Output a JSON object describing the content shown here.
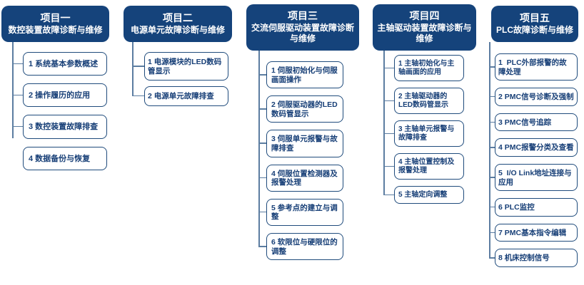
{
  "colors": {
    "page_bg": "#ffffff",
    "header_bg": "#15437b",
    "header_text": "#ffffff",
    "box_border": "#1f4b7c",
    "box_text": "#173f77",
    "connector": "#5c7da1"
  },
  "columns": [
    {
      "title": "项目一",
      "subtitle": "数控装置故障诊断与维修",
      "items": [
        {
          "label": "1 系统基本参数概述",
          "connected": true
        },
        {
          "label": "2 操作履历的应用",
          "connected": true
        },
        {
          "label": "3 数控装置故障排查",
          "connected": true
        },
        {
          "label": "4 数据备份与恢复",
          "connected": false
        }
      ]
    },
    {
      "title": "项目二",
      "subtitle": "电源单元故障诊断与维修",
      "items": [
        {
          "label": "1 电源模块的LED数码管显示",
          "connected": true
        },
        {
          "label": "2 电源单元故障排查",
          "connected": true
        }
      ]
    },
    {
      "title": "项目三",
      "subtitle": "交流伺服驱动装置故障诊断与维修",
      "items": [
        {
          "label": "1 伺服初始化与伺服画面操作",
          "connected": true
        },
        {
          "label": "2 伺服驱动器的LED数码管显示",
          "connected": true
        },
        {
          "label": "3 伺服单元报警与故障排查",
          "connected": true
        },
        {
          "label": "4 伺服位置检测器及报警处理",
          "connected": true
        },
        {
          "label": "5 参考点的建立与调整",
          "connected": true
        },
        {
          "label": "6 软限位与硬限位的调整",
          "connected": true
        }
      ]
    },
    {
      "title": "项目四",
      "subtitle": "主轴驱动装置故障诊断与维修",
      "items": [
        {
          "label": "1 主轴初始化与主轴画面的应用",
          "connected": true
        },
        {
          "label": "2 主轴驱动器的LED数码管显示",
          "connected": true
        },
        {
          "label": "3 主轴单元报警与故障排查",
          "connected": true
        },
        {
          "label": "4 主轴位置控制及报警处理",
          "connected": true
        },
        {
          "label": "5 主轴定向调整",
          "connected": true
        }
      ]
    },
    {
      "title": "项目五",
      "subtitle": "PLC故障诊断与维修",
      "items": [
        {
          "label": "1  PLC外部报警的故障处理",
          "connected": true
        },
        {
          "label": "2 PMC信号诊断及强制",
          "connected": true
        },
        {
          "label": "3 PMC信号追踪",
          "connected": true
        },
        {
          "label": "4 PMC报警分类及查看",
          "connected": true
        },
        {
          "label": "5  I/O Link地址连接与应用",
          "connected": true
        },
        {
          "label": "6 PLC监控",
          "connected": true
        },
        {
          "label": "7 PMC基本指令编辑",
          "connected": true
        },
        {
          "label": "8 机床控制信号",
          "connected": true
        }
      ]
    }
  ]
}
